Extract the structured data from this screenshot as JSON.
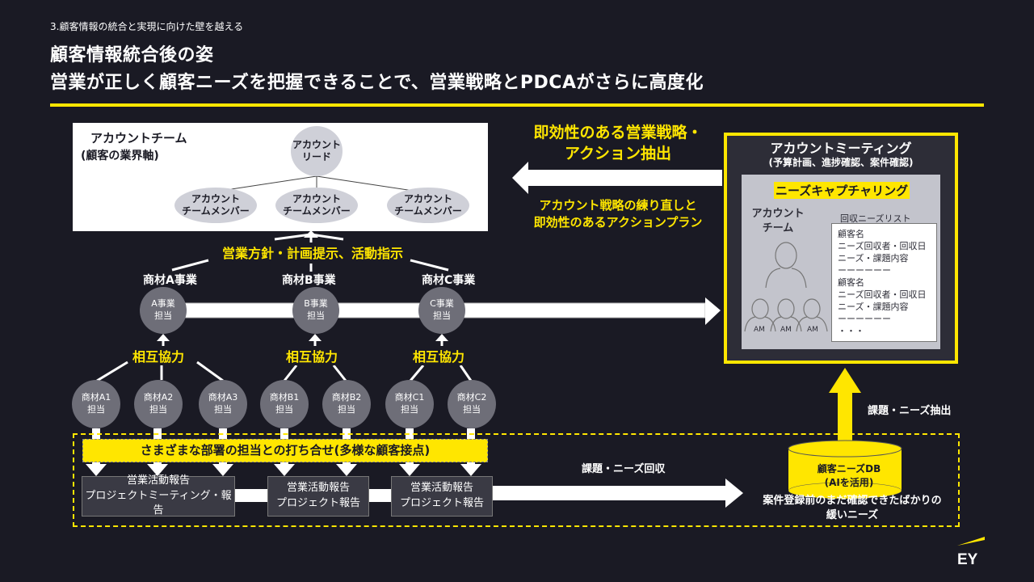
{
  "header": {
    "section_label": "3.顧客情報の統合と実現に向けた壁を越える",
    "title_line1": "顧客情報統合後の姿",
    "title_line2": "営業が正しく顧客ニーズを把握できることで、営業戦略とPDCAがさらに高度化"
  },
  "account_team": {
    "title": "アカウントチーム",
    "subtitle": "(顧客の業界軸)",
    "lead": [
      "アカウント",
      "リード"
    ],
    "members": [
      [
        "アカウント",
        "チームメンバー"
      ],
      [
        "アカウント",
        "チームメンバー"
      ],
      [
        "アカウント",
        "チームメンバー"
      ]
    ]
  },
  "middle": {
    "headline": [
      "即効性のある営業戦略・",
      "アクション抽出"
    ],
    "subline": [
      "アカウント戦略の練り直しと",
      "即効性のあるアクションプラン"
    ]
  },
  "meeting": {
    "title": "アカウントミーティング",
    "subtitle": "(予算計画、進捗確認、案件確認)",
    "capture_label": "ニーズキャプチャリング",
    "team_label": [
      "アカウント",
      "チーム"
    ],
    "am_labels": [
      "AM",
      "AM",
      "AM"
    ],
    "list_label": "回収ニーズリスト",
    "list_items": [
      "顧客名",
      "ニーズ回収者・回収日",
      "ニーズ・課題内容",
      "ーーーーーー",
      "顧客名",
      "ニーズ回収者・回収日",
      "ニーズ・課題内容",
      "ーーーーーー",
      "・・・"
    ]
  },
  "directive_label": "営業方針・計画提示、活動指示",
  "businesses": [
    {
      "label": "商材A事業",
      "node": [
        "A事業",
        "担当"
      ]
    },
    {
      "label": "商材B事業",
      "node": [
        "B事業",
        "担当"
      ]
    },
    {
      "label": "商材C事業",
      "node": [
        "C事業",
        "担当"
      ]
    }
  ],
  "cooperation_label": "相互協力",
  "products": [
    [
      "商材A1",
      "担当"
    ],
    [
      "商材A2",
      "担当"
    ],
    [
      "商材A3",
      "担当"
    ],
    [
      "商材B1",
      "担当"
    ],
    [
      "商材B2",
      "担当"
    ],
    [
      "商材C1",
      "担当"
    ],
    [
      "商材C2",
      "担当"
    ]
  ],
  "meeting_banner": "さまざまな部署の担当との打ち合せ(多様な顧客接点)",
  "reports": [
    [
      "営業活動報告",
      "プロジェクトミーティング・報告"
    ],
    [
      "営業活動報告",
      "プロジェクト報告"
    ],
    [
      "営業活動報告",
      "プロジェクト報告"
    ]
  ],
  "collect_label": "課題・ニーズ回収",
  "extract_label": "課題・ニーズ抽出",
  "database": {
    "name": "顧客ニーズDB",
    "sub": "(AIを活用)",
    "note": [
      "案件登録前のまだ確認できたばかりの",
      "緩いニーズ"
    ]
  },
  "logo": "EY",
  "colors": {
    "background": "#1a1a24",
    "accent": "#ffe600",
    "node": "#6e6e78",
    "ellipse": "#cfd0d8"
  }
}
